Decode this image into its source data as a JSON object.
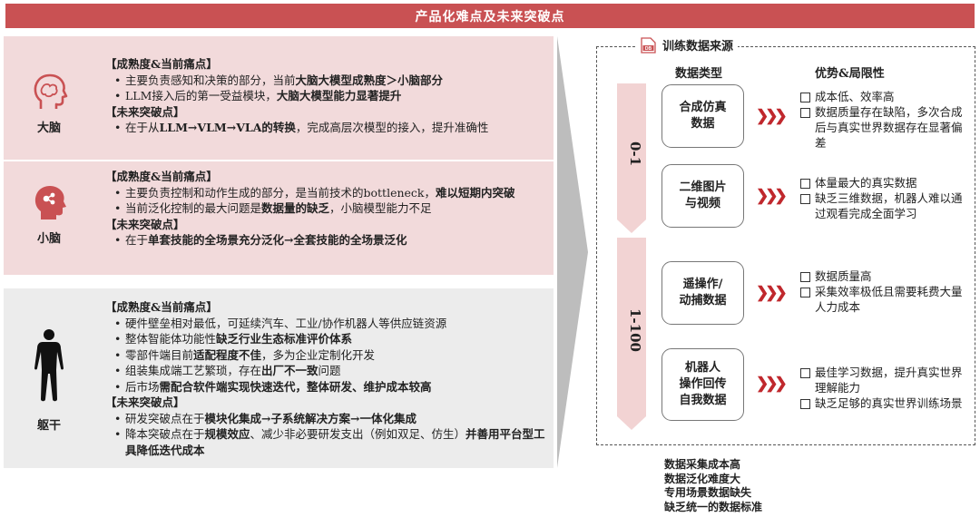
{
  "title": "产品化难点及未来突破点",
  "panels": {
    "brain": {
      "label": "大脑",
      "icon": "brain-head-icon",
      "section1": "【成熟度&当前痛点】",
      "b1": {
        "pre": "主要负责感知和决策的部分，当前",
        "bold": "大脑大模型成熟度＞小脑部分",
        "post": ""
      },
      "b2": {
        "pre": "LLM接入后的第一受益模块，",
        "bold": "大脑大模型能力显著提升",
        "post": ""
      },
      "section2": "【未来突破点】",
      "b3": {
        "pre": "在于从",
        "bold": "LLM→VLM→VLA的转换",
        "post": "，完成高层次模型的接入，提升准确性"
      }
    },
    "cerebellum": {
      "label": "小脑",
      "icon": "cerebellum-head-icon",
      "section1": "【成熟度&当前痛点】",
      "b1": {
        "pre": "主要负责控制和动作生成的部分，是当前技术的bottleneck，",
        "bold": "难以短期内突破",
        "post": ""
      },
      "b2": {
        "pre": "当前泛化控制的最大问题是",
        "bold": "数据量的缺乏",
        "post": "，小脑模型能力不足"
      },
      "section2": "【未来突破点】",
      "b3": {
        "pre": "在于",
        "bold": "单套技能的全场景充分泛化→全套技能的全场景泛化",
        "post": ""
      }
    },
    "trunk": {
      "label": "躯干",
      "icon": "human-body-icon",
      "section1": "【成熟度&当前痛点】",
      "b1": {
        "pre": "硬件壁垒相对最低，可延续汽车、工业/协作机器人等供应链资源",
        "bold": "",
        "post": ""
      },
      "b2": {
        "pre": "整体智能体功能性",
        "bold": "缺乏行业生态标准评价体系",
        "post": ""
      },
      "b3": {
        "pre": "零部件端目前",
        "bold": "适配程度不佳",
        "post": "，多为企业定制化开发"
      },
      "b4": {
        "pre": "组装集成端工艺繁琐，存在",
        "bold": "出厂不一致",
        "post": "问题"
      },
      "b5": {
        "pre": "后市场",
        "bold": "需配合软件端实现快速迭代，整体研发、维护成本较高",
        "post": ""
      },
      "section2": "【未来突破点】",
      "b6": {
        "pre": "研发突破点在于",
        "bold": "模块化集成→子系统解决方案→一体化集成",
        "post": ""
      },
      "b7": {
        "pre": "降本突破点在于",
        "bold": "规模效应",
        "post": "、减少非必要研发支出（例如双足、仿生）",
        "bold2": "并善用平台型工具降低迭代成本"
      }
    }
  },
  "data_source": {
    "title": "训练数据来源",
    "icon": "database-file-icon",
    "col_type": "数据类型",
    "col_adv": "优势&局限性",
    "stage1": "0-1",
    "stage2": "1-100",
    "rows": [
      {
        "type": "合成仿真\n数据",
        "items": [
          "成本低、效率高",
          "数据质量存在缺陷，多次合成后与真实世界数据存在显著偏差"
        ]
      },
      {
        "type": "二维图片\n与视频",
        "items": [
          "体量最大的真实数据",
          "缺乏三维数据，机器人难以通过观看完成全面学习"
        ]
      },
      {
        "type": "遥操作/\n动捕数据",
        "items": [
          "数据质量高",
          "采集效率极低且需要耗费大量人力成本"
        ]
      },
      {
        "type": "机器人\n操作回传\n自我数据",
        "items": [
          "最佳学习数据，提升真实世界理解能力",
          "缺乏足够的真实世界训练场景"
        ]
      }
    ],
    "chevrons": "❯❯❯"
  },
  "bottom_notes": [
    "数据采集成本高",
    "数据泛化难度大",
    "专用场景数据缺失",
    "缺乏统一的数据标准"
  ],
  "colors": {
    "accent": "#c95153",
    "pink_panel": "#f2dadb",
    "gray_panel": "#ececec",
    "chevron": "#c0282d",
    "stage_bar": "#f2d3d3"
  }
}
